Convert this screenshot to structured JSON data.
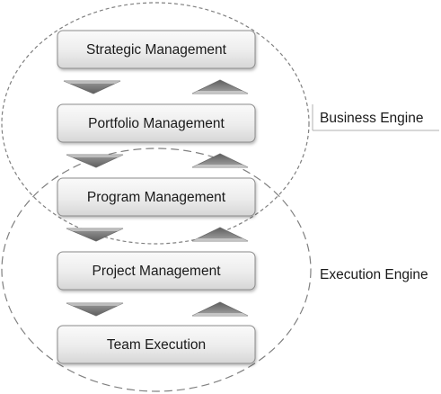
{
  "levels": [
    {
      "label": "Strategic Management"
    },
    {
      "label": "Portfolio Management"
    },
    {
      "label": "Program Management"
    },
    {
      "label": "Project Management"
    },
    {
      "label": "Team Execution"
    }
  ],
  "engines": {
    "business": {
      "label": "Business Engine"
    },
    "execution": {
      "label": "Execution Engine"
    }
  },
  "colors": {
    "box_fill_top": "#f7f7f7",
    "box_fill_bottom": "#d9d9d9",
    "box_border": "#8c8c8c",
    "arrow_dark": "#6e6e6e",
    "arrow_light": "#bdbdbd",
    "ellipse_stroke": "#7f7f7f"
  }
}
